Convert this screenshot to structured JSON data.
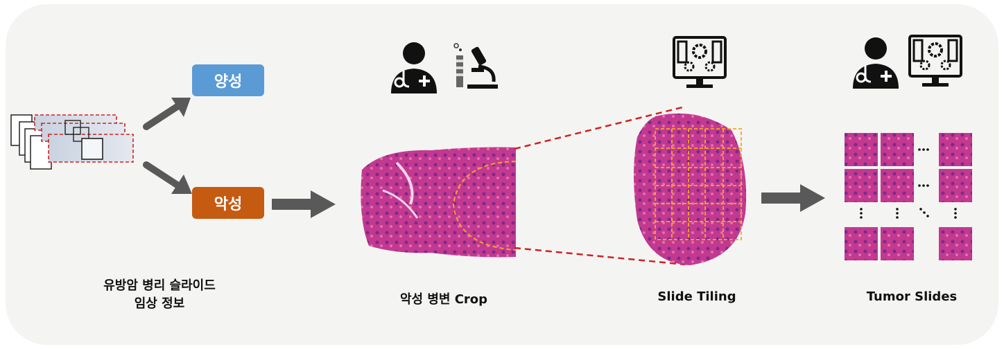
{
  "labels": {
    "benign": "양성",
    "malignant": "악성",
    "slides_line1": "유방암 병리 슬라이드",
    "slides_line2": "임상 정보",
    "crop": "악성 병변 Crop",
    "tiling": "Slide Tiling",
    "tumor": "Tumor Slides"
  },
  "colors": {
    "benign": "#5b9bd5",
    "malignant": "#c55a11",
    "arrow": "#595959",
    "dash_red": "#d02020",
    "grid_orange": "#f5a623",
    "tissue": "#c2398f"
  },
  "icons": [
    "doctor-icon",
    "microscope-icon",
    "computer-gears-icon"
  ]
}
